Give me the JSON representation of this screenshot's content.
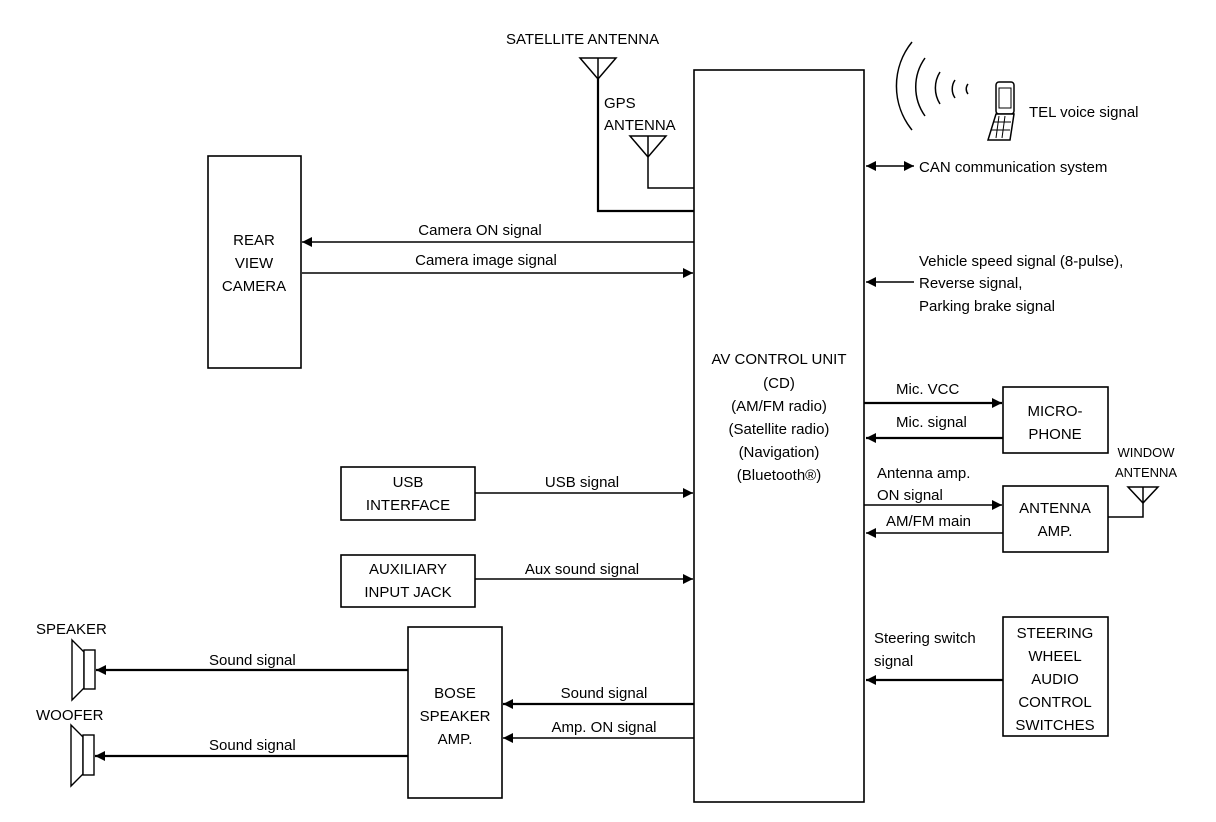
{
  "diagram": {
    "central_unit": {
      "title": "AV CONTROL UNIT",
      "features": [
        "(CD)",
        "(AM/FM radio)",
        "(Satellite radio)",
        "(Navigation)",
        "(Bluetooth®)"
      ]
    },
    "antennas": {
      "satellite": "SATELLITE ANTENNA",
      "gps": [
        "GPS",
        "ANTENNA"
      ],
      "window": [
        "WINDOW",
        "ANTENNA"
      ]
    },
    "tel": {
      "label": "TEL voice signal"
    },
    "can": {
      "label": "CAN communication system"
    },
    "vehicle_signals": [
      "Vehicle speed signal (8-pulse),",
      "Reverse signal,",
      "Parking brake signal"
    ],
    "rear_camera": {
      "label": [
        "REAR",
        "VIEW",
        "CAMERA"
      ],
      "signal_on": "Camera ON signal",
      "signal_image": "Camera image signal"
    },
    "usb": {
      "label": [
        "USB",
        "INTERFACE"
      ],
      "signal": "USB signal"
    },
    "aux": {
      "label": [
        "AUXILIARY",
        "INPUT JACK"
      ],
      "signal": "Aux sound signal"
    },
    "bose_amp": {
      "label": [
        "BOSE",
        "SPEAKER",
        "AMP."
      ],
      "sound_signal": "Sound signal",
      "amp_on_signal": "Amp. ON signal"
    },
    "speaker": {
      "label": "SPEAKER",
      "signal": "Sound signal"
    },
    "woofer": {
      "label": "WOOFER",
      "signal": "Sound signal"
    },
    "microphone": {
      "label": [
        "MICRO-",
        "PHONE"
      ],
      "vcc": "Mic. VCC",
      "signal": "Mic. signal"
    },
    "antenna_amp": {
      "label": [
        "ANTENNA",
        "AMP."
      ],
      "on_signal": [
        "Antenna amp.",
        "ON signal"
      ],
      "main": "AM/FM main"
    },
    "steering": {
      "label": [
        "STEERING",
        "WHEEL",
        "AUDIO",
        "CONTROL",
        "SWITCHES"
      ],
      "signal": [
        "Steering switch",
        "signal"
      ]
    }
  }
}
